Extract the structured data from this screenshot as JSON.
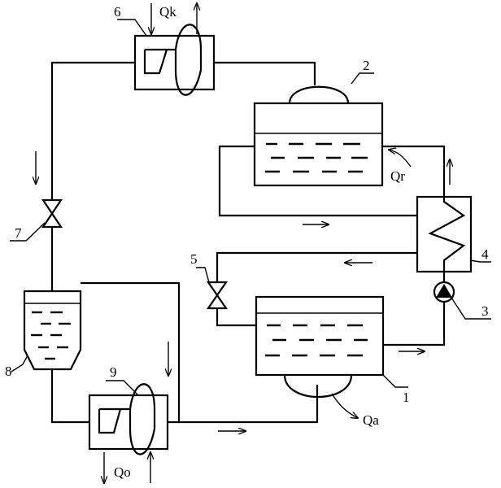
{
  "labels": {
    "n1": "1",
    "n2": "2",
    "n3": "3",
    "n4": "4",
    "n5": "5",
    "n6": "6",
    "n7": "7",
    "n8": "8",
    "n9": "9",
    "qk": "Qk",
    "qr": "Qr",
    "qa": "Qa",
    "qo": "Qo"
  }
}
